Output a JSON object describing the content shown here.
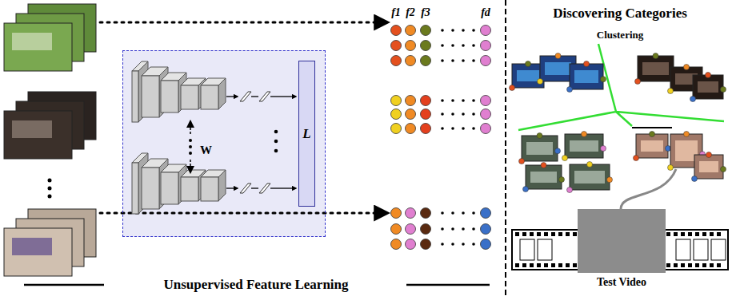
{
  "diagram": {
    "nodes": [
      {
        "text": [
          "W"
        ]
      },
      {
        "text": [
          "L"
        ],
        "in": 0
      },
      {
        "text": [
          "Test Video"
        ]
      }
    ],
    "labels": [
      "f1",
      "f2",
      "f3",
      "fd",
      "Discovering Categories",
      "Clustering",
      "Unsupervised Feature Learning"
    ]
  }
}
